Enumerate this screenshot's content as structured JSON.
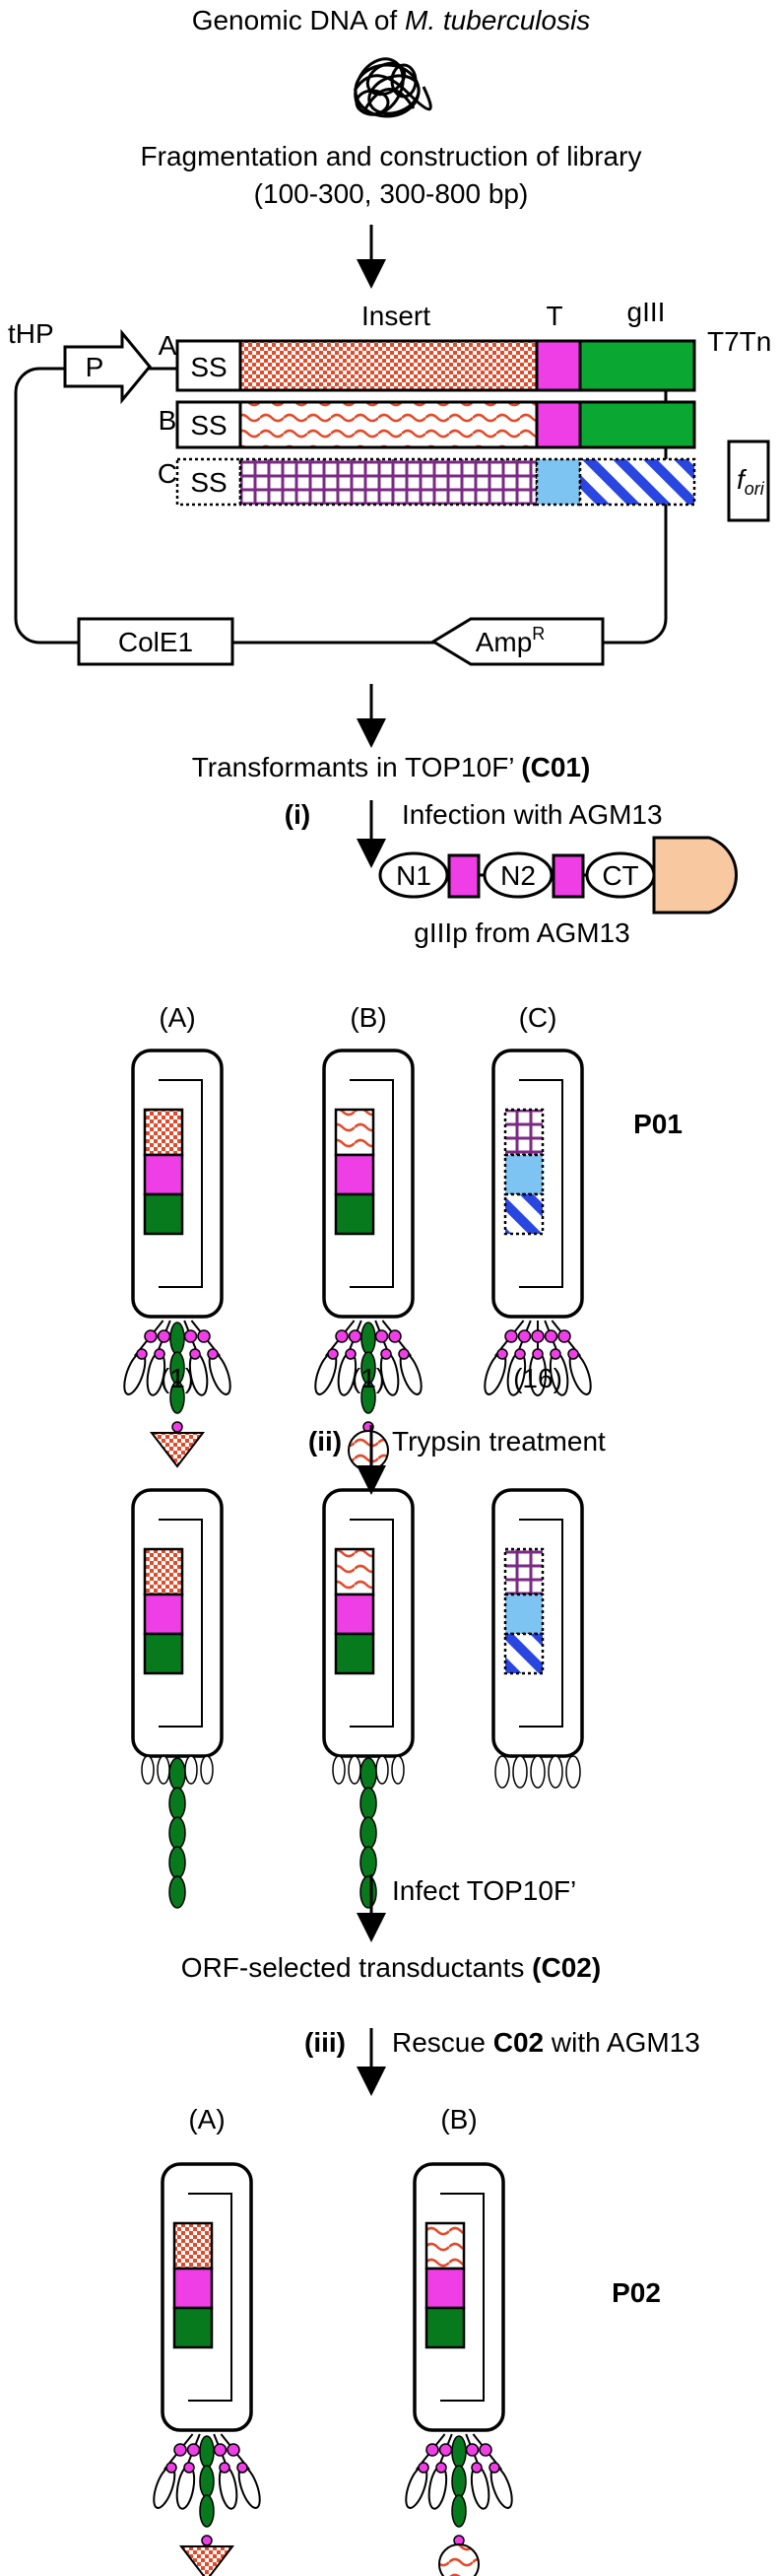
{
  "title": {
    "prefix": "Genomic DNA of ",
    "organism": "M. tuberculosis"
  },
  "step_fragmentation": {
    "line1": "Fragmentation and construction of library",
    "line2": "(100-300, 300-800 bp)"
  },
  "vector": {
    "thp": "tHP",
    "p": "P",
    "t7tn": "T7Tn",
    "fori": "f",
    "fori_sub": "ori",
    "cole1": "ColE1",
    "amp": "Amp",
    "amp_sup": "R",
    "col_insert": "Insert",
    "col_t": "T",
    "col_giii": "gIII",
    "row_a": "A",
    "row_b": "B",
    "row_c": "C",
    "ss": "SS"
  },
  "step_transform": {
    "text": "Transformants in TOP10F’ ",
    "code": "(C01)"
  },
  "step_i": {
    "roman": "(i)",
    "text": "Infection with AGM13"
  },
  "giiip": {
    "n1": "N1",
    "n2": "N2",
    "ct": "CT",
    "caption": "gIIIp from AGM13"
  },
  "phage_labels": {
    "a": "(A)",
    "b": "(B)",
    "c": "(C)"
  },
  "p01": "P01",
  "counts": {
    "a": "(1)",
    "b": "(1)",
    "c": "(16)"
  },
  "step_ii": {
    "roman": "(ii)",
    "text": "Trypsin treatment"
  },
  "step_infect": {
    "text": "Infect TOP10F’"
  },
  "step_orf": {
    "text": "ORF-selected transductants ",
    "code": "(C02)"
  },
  "step_iii": {
    "roman": "(iii)",
    "pre": "Rescue ",
    "code": "C02",
    "post": " with AGM13"
  },
  "p02": "P02",
  "colors": {
    "checker": "#e34a2a",
    "wave": "#e34a2a",
    "magenta": "#f03ee6",
    "green": "#0aa832",
    "dark_green": "#087a1e",
    "purple": "#7b2a84",
    "light_blue": "#7ec4f2",
    "blue_stripe": "#2a46e0",
    "peach": "#f8c9a0"
  },
  "icons": [
    "dna-coil-icon",
    "promoter-arrow-icon",
    "down-arrow-icon",
    "phage-icon"
  ]
}
